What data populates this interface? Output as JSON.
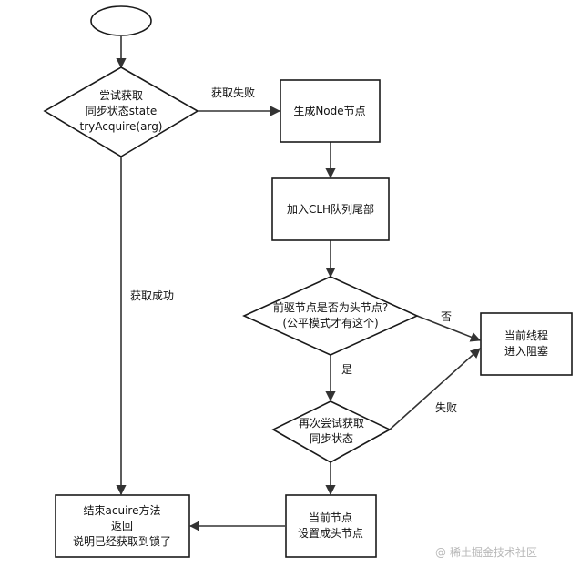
{
  "nodes": {
    "start": {
      "label": ""
    },
    "try_acquire": {
      "lines": [
        "尝试获取",
        "同步状态state",
        "tryAcquire(arg)"
      ]
    },
    "create_node": {
      "lines": [
        "生成Node节点"
      ]
    },
    "enqueue": {
      "lines": [
        "加入CLH队列尾部"
      ]
    },
    "is_head": {
      "lines": [
        "前驱节点是否为头节点?",
        "(公平模式才有这个)"
      ]
    },
    "block": {
      "lines": [
        "当前线程",
        "进入阻塞"
      ]
    },
    "retry": {
      "lines": [
        "再次尝试获取",
        "同步状态"
      ]
    },
    "set_head": {
      "lines": [
        "当前节点",
        "设置成头节点"
      ]
    },
    "finish": {
      "lines": [
        "结束acuire方法",
        "返回",
        "说明已经获取到锁了"
      ]
    }
  },
  "edges": {
    "acquire_fail": "获取失败",
    "acquire_success": "获取成功",
    "no": "否",
    "yes": "是",
    "retry_fail": "失败"
  },
  "watermark": {
    "symbol": "@",
    "text": "稀土掘金技术社区"
  },
  "colors": {
    "stroke": "#1a1a1a",
    "arrow": "#333333",
    "watermark": "#b8b8b8"
  }
}
